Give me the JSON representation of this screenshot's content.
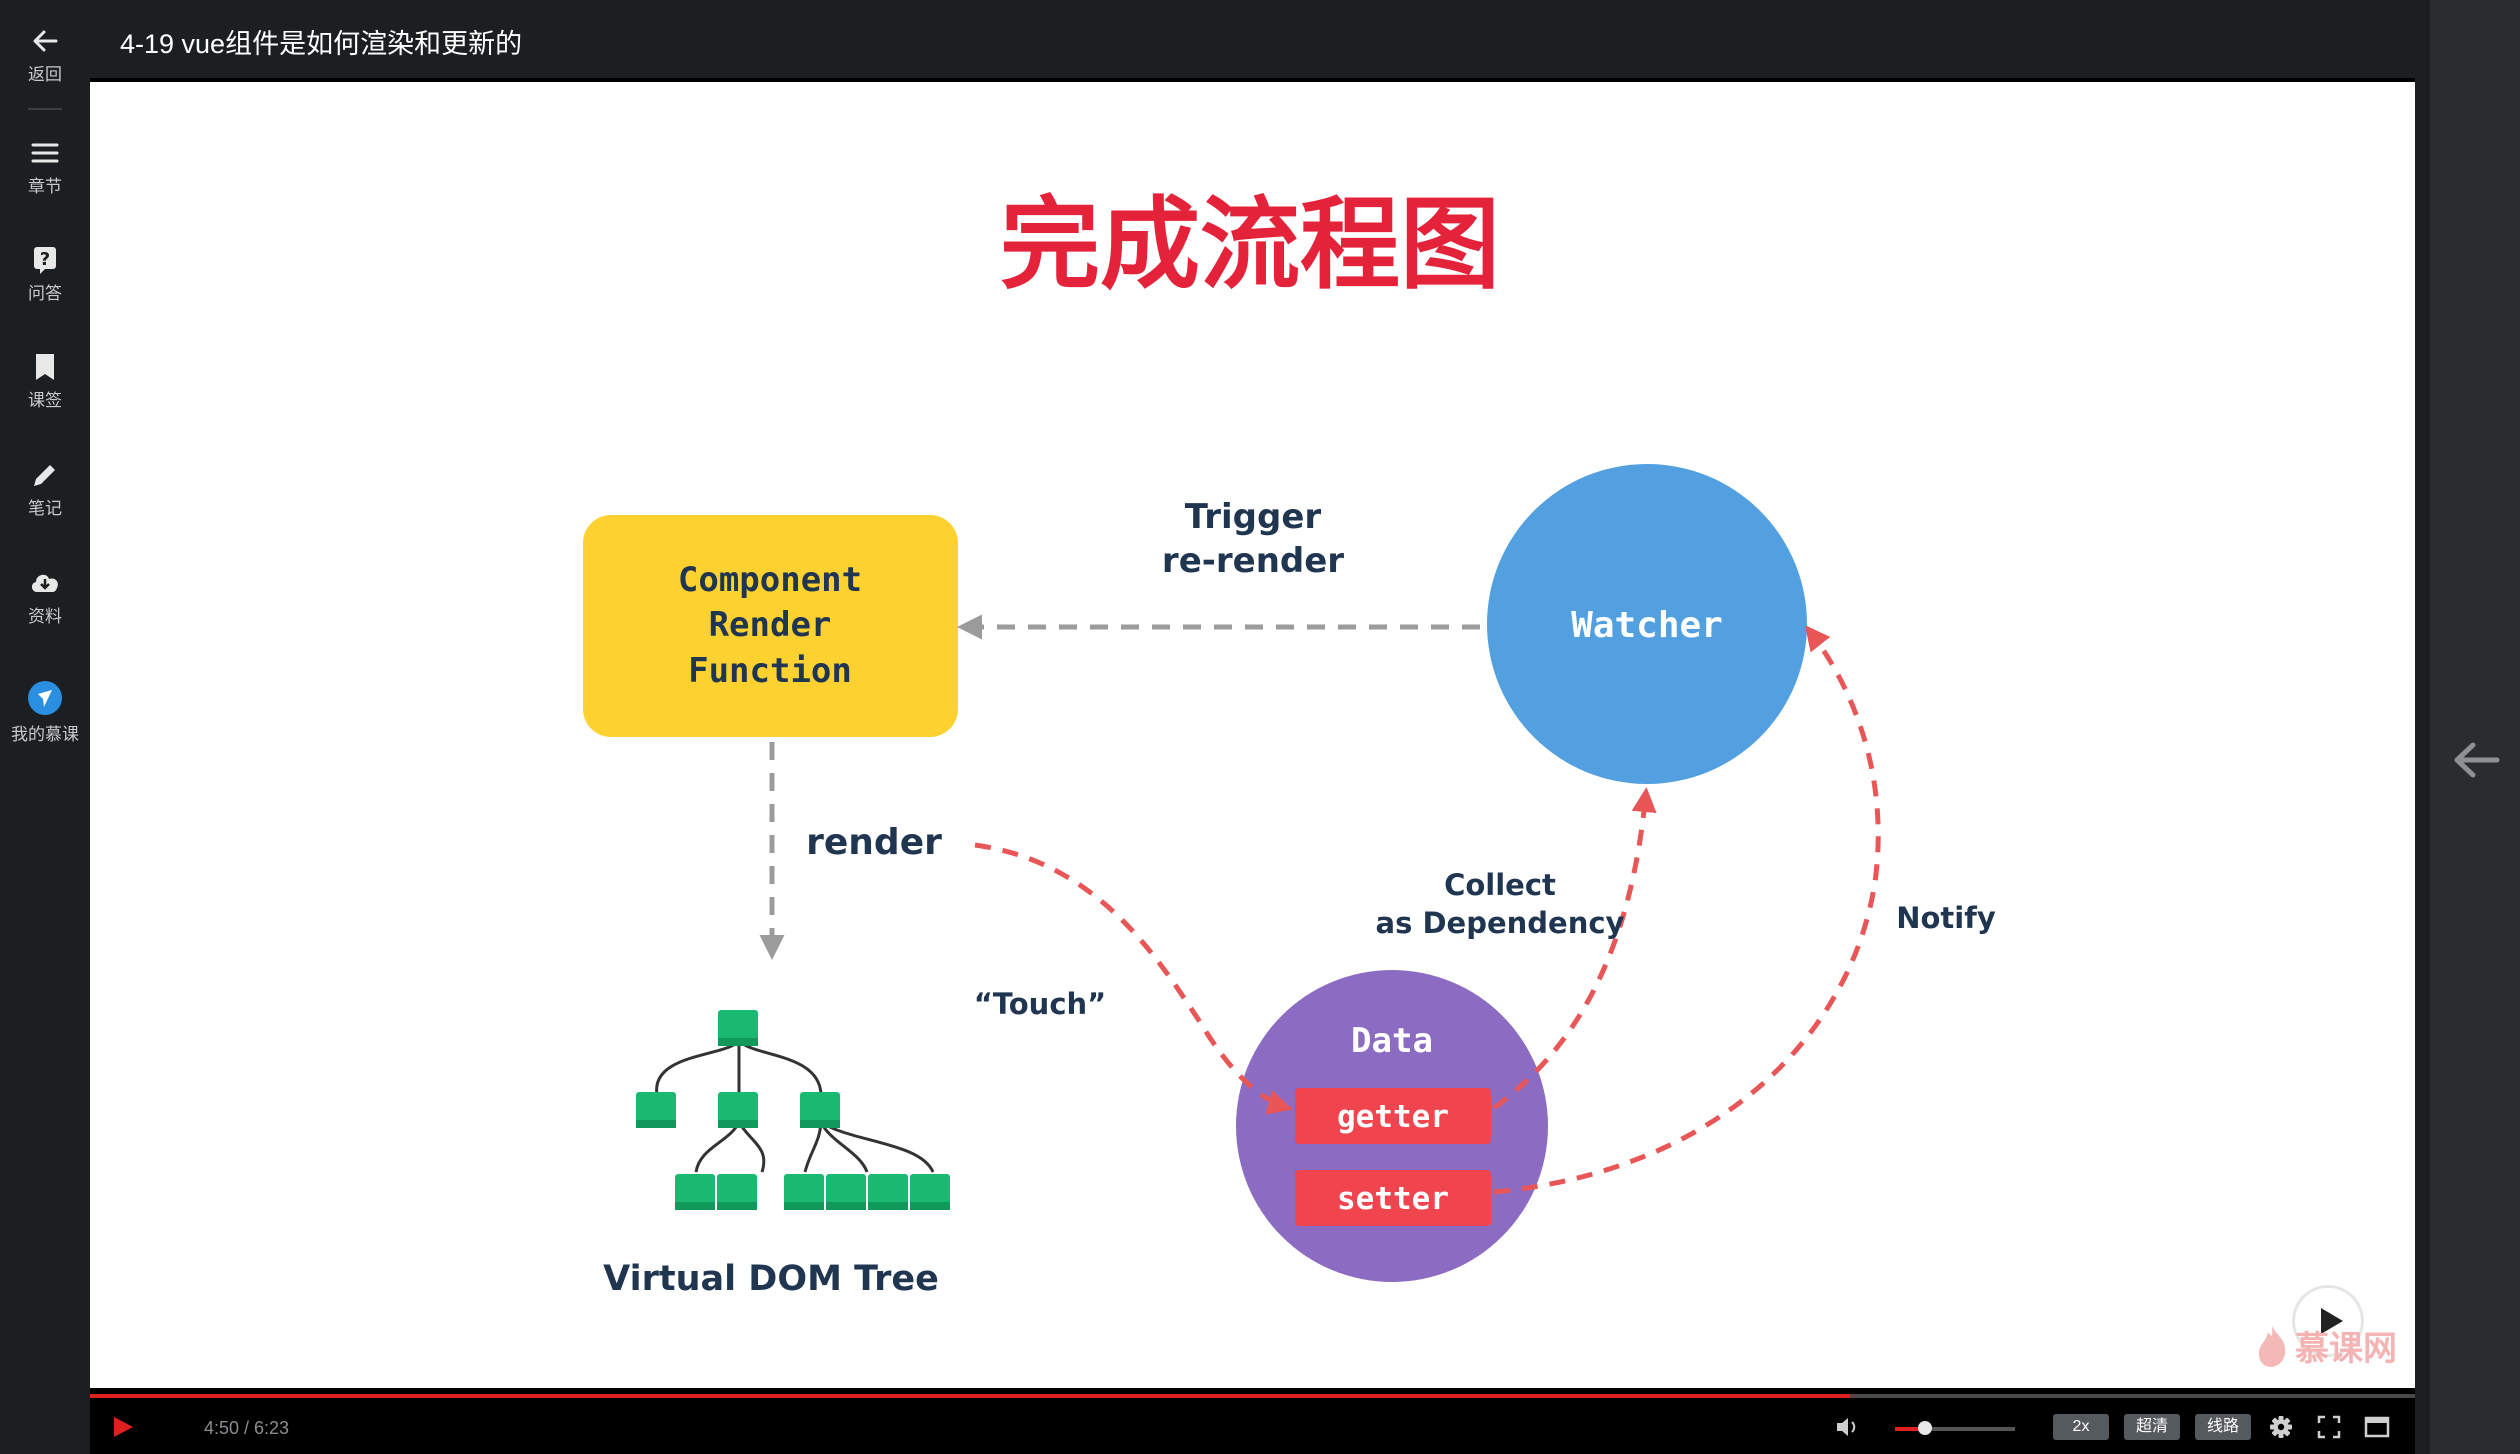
{
  "sidebar": {
    "items": [
      {
        "label": "返回",
        "icon": "back-arrow-icon"
      },
      {
        "label": "章节",
        "icon": "chapters-menu-icon"
      },
      {
        "label": "问答",
        "icon": "question-icon"
      },
      {
        "label": "课签",
        "icon": "bookmark-icon"
      },
      {
        "label": "笔记",
        "icon": "pencil-icon"
      },
      {
        "label": "资料",
        "icon": "cloud-download-icon"
      },
      {
        "label": "我的慕课",
        "icon": "my-courses-icon"
      }
    ]
  },
  "header": {
    "title": "4-19 vue组件是如何渲染和更新的"
  },
  "slide": {
    "title": "完成流程图",
    "component_box": {
      "line1": "Component",
      "line2": "Render",
      "line3": "Function"
    },
    "watcher_label": "Watcher",
    "data_label": "Data",
    "getter_label": "getter",
    "setter_label": "setter",
    "trigger_line1": "Trigger",
    "trigger_line2": "re-render",
    "render_label": "render",
    "touch_label": "“Touch”",
    "collect_line1": "Collect",
    "collect_line2": "as Dependency",
    "notify_label": "Notify",
    "vdom_label": "Virtual DOM Tree",
    "watermark": "慕课网",
    "colors": {
      "title": "#e4223a",
      "component_box": "#fdd130",
      "watcher": "#52a0e0",
      "data": "#8c6cc2",
      "accessor": "#f0444e",
      "reactive_arrow": "#e85658",
      "render_arrow": "#9b9b9b",
      "tree_node": "#19b972",
      "label_text": "#1f3550"
    }
  },
  "player": {
    "time": "4:50 / 6:23",
    "progress": 0.757,
    "volume": 0.25,
    "speed_label": "2x",
    "quality_label": "超清",
    "route_label": "线路",
    "accent": "#e02020"
  }
}
